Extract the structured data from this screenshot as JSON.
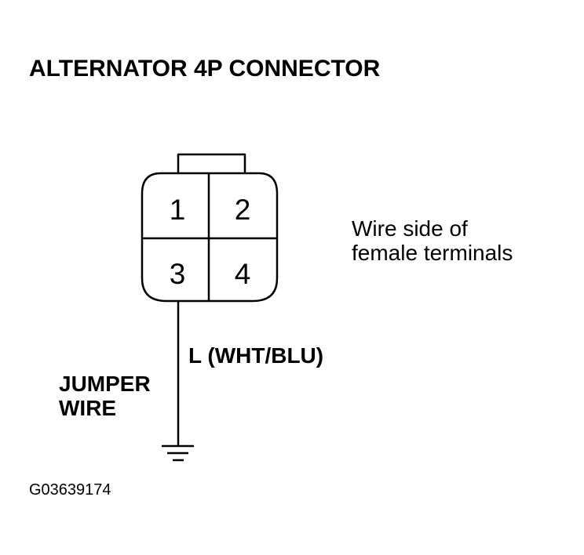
{
  "title": "ALTERNATOR 4P CONNECTOR",
  "connector": {
    "pins": [
      "1",
      "2",
      "3",
      "4"
    ]
  },
  "note": {
    "line1": "Wire side of",
    "line2": "female terminals"
  },
  "wire_label": "L (WHT/BLU)",
  "jumper": {
    "line1": "JUMPER",
    "line2": "WIRE"
  },
  "figure_id": "G03639174",
  "icons": [
    "ground-symbol-icon"
  ],
  "colors": {
    "ink": "#000000",
    "background": "#ffffff"
  }
}
